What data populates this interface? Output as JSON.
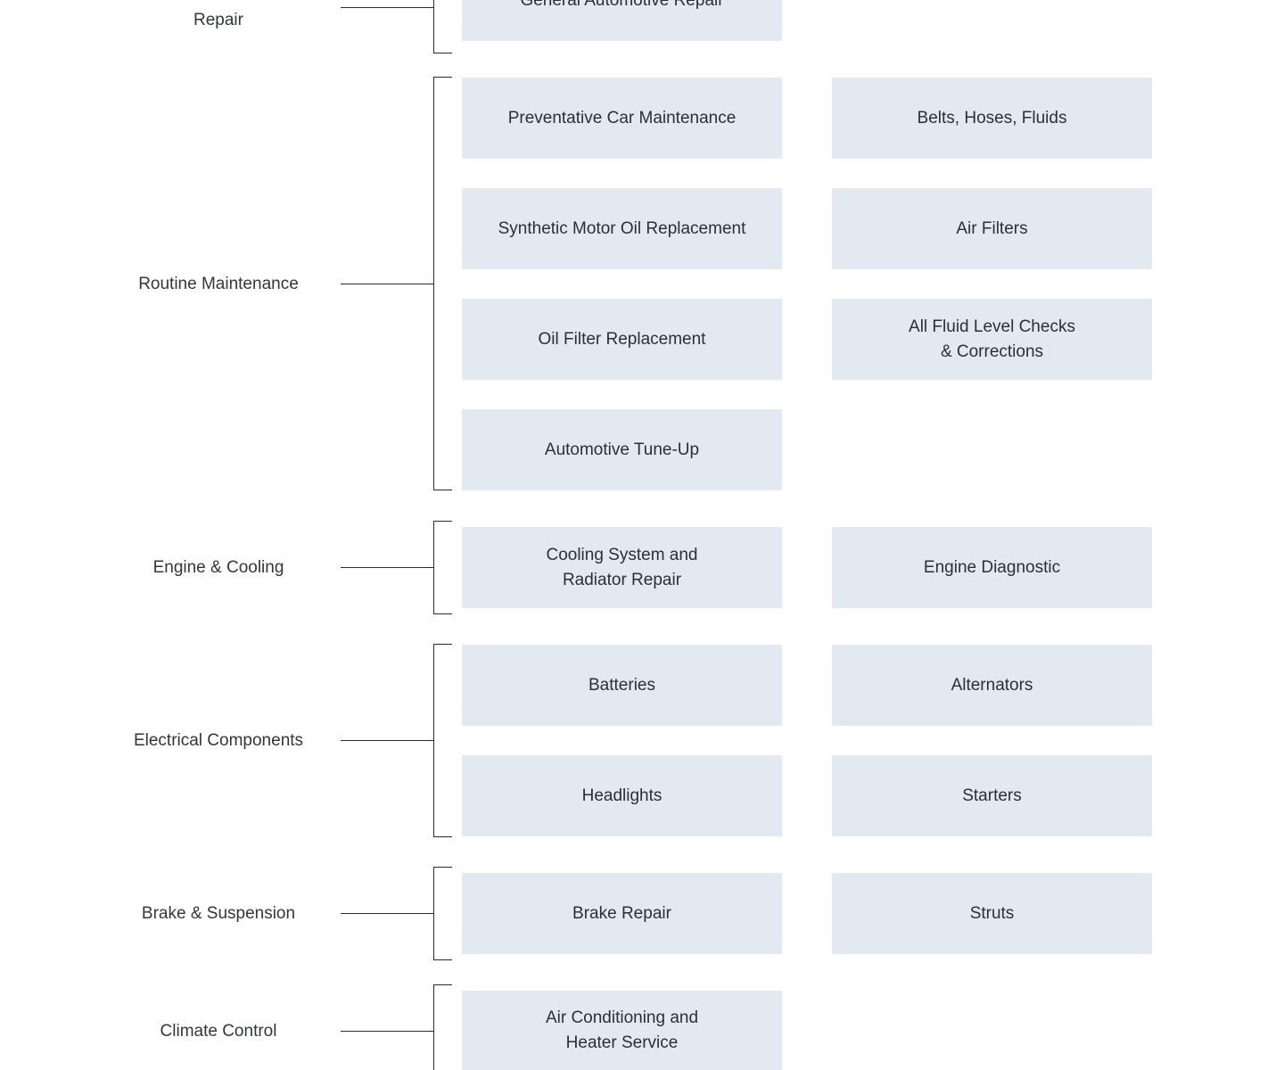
{
  "categories": [
    {
      "label": "General Automotive\nRepair",
      "services": [
        "General Automotive Repair"
      ]
    },
    {
      "label": "Routine Maintenance",
      "services": [
        "Preventative Car Maintenance",
        "Belts, Hoses, Fluids",
        "Synthetic Motor Oil Replacement",
        "Air Filters",
        "Oil Filter Replacement",
        "All Fluid Level Checks\n& Corrections",
        "Automotive Tune-Up"
      ]
    },
    {
      "label": "Engine & Cooling",
      "services": [
        "Cooling System and\nRadiator Repair",
        "Engine Diagnostic"
      ]
    },
    {
      "label": "Electrical Components",
      "services": [
        "Batteries",
        "Alternators",
        "Headlights",
        "Starters"
      ]
    },
    {
      "label": "Brake & Suspension",
      "services": [
        "Brake Repair",
        "Struts"
      ]
    },
    {
      "label": "Climate Control",
      "services": [
        "Air Conditioning and\nHeater Service"
      ]
    }
  ]
}
